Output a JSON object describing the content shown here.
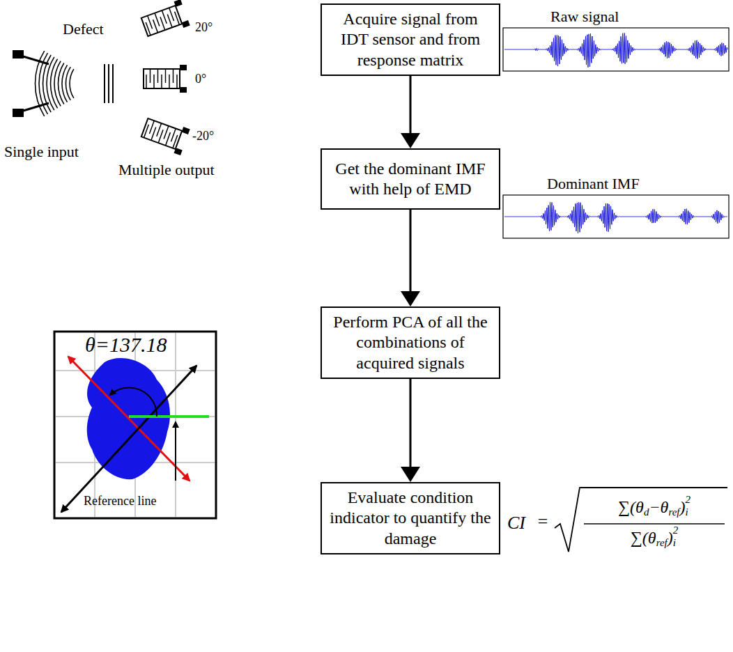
{
  "diagram": {
    "nodes": [
      {
        "text": [
          "Acquire signal from IDT sensor and from response matrix"
        ]
      },
      {
        "text": [
          "Get the dominant IMF with help of EMD"
        ]
      },
      {
        "text": [
          "Perform PCA of all the combinations of acquired signals"
        ]
      },
      {
        "text": [
          "Evaluate condition indicator to quantify the damage"
        ]
      }
    ],
    "edges": [
      {
        "from": 0,
        "to": 1,
        "arrow": "to"
      },
      {
        "from": 1,
        "to": 2,
        "arrow": "to"
      },
      {
        "from": 2,
        "to": 3,
        "arrow": "to"
      }
    ],
    "labels": [
      "Raw signal",
      "Dominant IMF",
      "Defect",
      "20°",
      "0°",
      "-20°",
      "Single input",
      "Multiple output",
      "θ=137.18",
      "Reference line",
      "CI",
      "=",
      "∑(θ",
      "d",
      "−",
      "θ",
      "ref",
      ")",
      "2",
      "i",
      "∑(θ",
      "ref",
      ")",
      "2",
      "i"
    ]
  }
}
